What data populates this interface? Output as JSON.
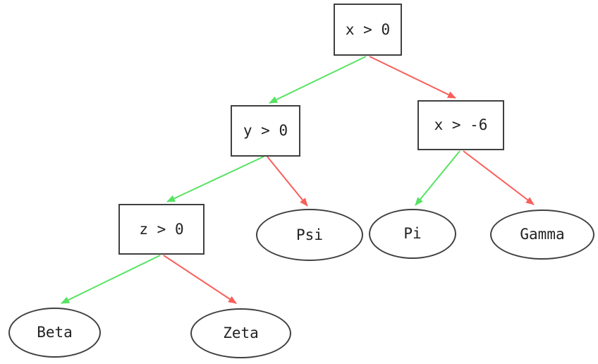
{
  "diagram": {
    "type": "decision-tree",
    "background": "#ffffff",
    "colors": {
      "true_edge": "#56e363",
      "false_edge": "#f95f5a",
      "node_border": "#404040",
      "node_text": "#222222"
    },
    "nodes": {
      "root": {
        "label": "x > 0",
        "shape": "rectangle"
      },
      "y0": {
        "label": "y > 0",
        "shape": "rectangle"
      },
      "x6": {
        "label": "x > -6",
        "shape": "rectangle"
      },
      "z0": {
        "label": "z > 0",
        "shape": "rectangle"
      },
      "psi": {
        "label": "Psi",
        "shape": "ellipse"
      },
      "pi": {
        "label": "Pi",
        "shape": "ellipse"
      },
      "gamma": {
        "label": "Gamma",
        "shape": "ellipse"
      },
      "beta": {
        "label": "Beta",
        "shape": "ellipse"
      },
      "zeta": {
        "label": "Zeta",
        "shape": "ellipse"
      }
    },
    "edges": [
      {
        "from": "x > 0",
        "to": "y > 0",
        "branch": "true"
      },
      {
        "from": "x > 0",
        "to": "x > -6",
        "branch": "false"
      },
      {
        "from": "y > 0",
        "to": "z > 0",
        "branch": "true"
      },
      {
        "from": "y > 0",
        "to": "Psi",
        "branch": "false"
      },
      {
        "from": "x > -6",
        "to": "Pi",
        "branch": "true"
      },
      {
        "from": "x > -6",
        "to": "Gamma",
        "branch": "false"
      },
      {
        "from": "z > 0",
        "to": "Beta",
        "branch": "true"
      },
      {
        "from": "z > 0",
        "to": "Zeta",
        "branch": "false"
      }
    ]
  }
}
